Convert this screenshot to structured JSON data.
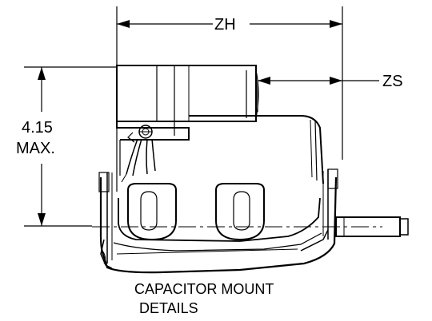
{
  "dimensions": {
    "zh_label": "ZH",
    "zs_label": "ZS",
    "height_value": "4.15",
    "height_qualifier": "MAX."
  },
  "caption": {
    "line1": "CAPACITOR MOUNT",
    "line2": "DETAILS"
  }
}
